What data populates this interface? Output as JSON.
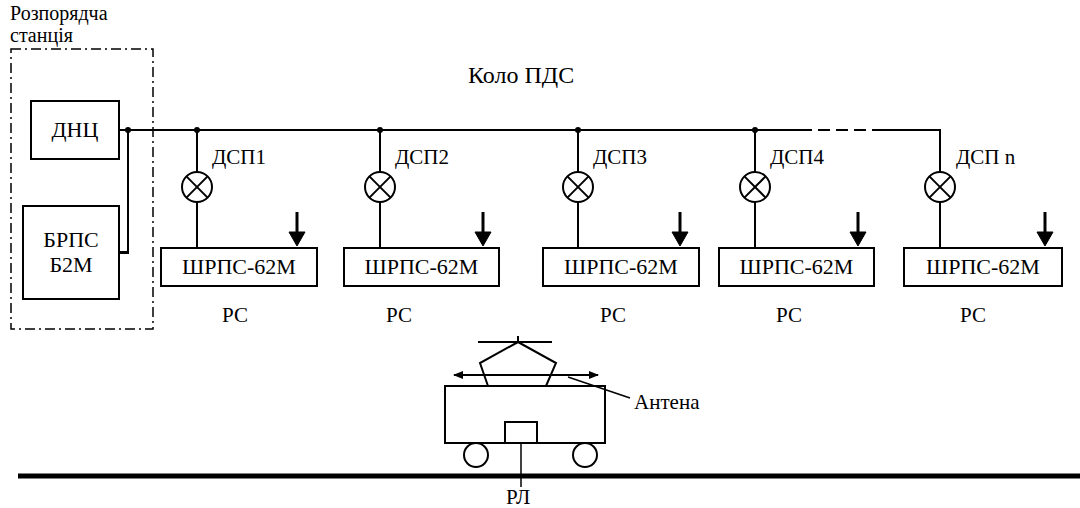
{
  "diagram": {
    "nodes": [
      {
        "text": [
          "Розпорядча станція"
        ]
      },
      {
        "text": [
          "ДНЦ"
        ],
        "in": 0
      },
      {
        "text": [
          "БРПС Б2М"
        ],
        "in": 0
      },
      {
        "text": [
          "ШРПС-62М"
        ]
      },
      {
        "text": [
          "ШРПС-62М"
        ]
      },
      {
        "text": [
          "ШРПС-62М"
        ]
      },
      {
        "text": [
          "ШРПС-62М"
        ]
      },
      {
        "text": [
          "ШРПС-62М"
        ]
      }
    ],
    "edges": [
      {
        "from": 1,
        "to": 2,
        "arrow": "none"
      },
      {
        "from": 1,
        "to": 3,
        "arrow": "none"
      },
      {
        "from": 1,
        "to": 4,
        "arrow": "none"
      },
      {
        "from": 1,
        "to": 5,
        "arrow": "none"
      },
      {
        "from": 1,
        "to": 6,
        "arrow": "none"
      },
      {
        "from": 1,
        "to": 7,
        "arrow": "none"
      },
      {
        "from": 2,
        "to": 3,
        "arrow": "none"
      },
      {
        "from": 2,
        "to": 4,
        "arrow": "none"
      },
      {
        "from": 2,
        "to": 5,
        "arrow": "none"
      },
      {
        "from": 2,
        "to": 6,
        "arrow": "none"
      },
      {
        "from": 2,
        "to": 7,
        "arrow": "none"
      }
    ],
    "labels": [
      "Коло ПДС",
      "ДСП1",
      "ДСП2",
      "ДСП3",
      "ДСП4",
      "ДСП n",
      "РС",
      "РС",
      "РС",
      "РС",
      "РС",
      "Антена",
      "РЛ"
    ]
  }
}
